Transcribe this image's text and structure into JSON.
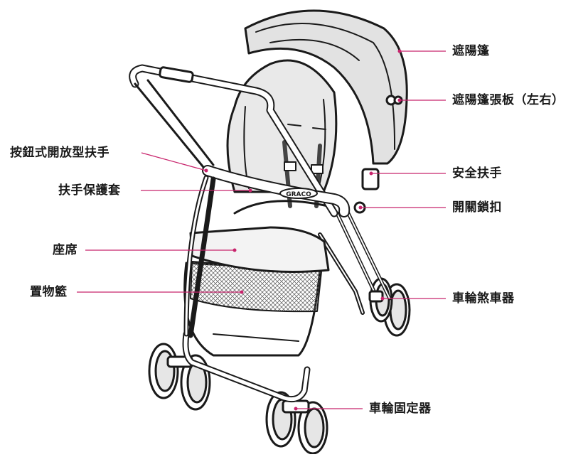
{
  "colors": {
    "leader_line": "#c8246c",
    "leader_dot": "#c8246c",
    "outline": "#1a1a1a",
    "fill": "#ffffff",
    "shade": "#c9c9c9"
  },
  "logo": {
    "text": "GRACO"
  },
  "labels": {
    "canopy": "遮陽篷",
    "canopy_visor": "遮陽篷張板（左右）",
    "safety_bar": "安全扶手",
    "fold_lock": "開關鎖扣",
    "wheel_brake": "車輪煞車器",
    "wheel_lock": "車輪固定器",
    "handle_button": "按鈕式開放型扶手",
    "armrest_cover": "扶手保護套",
    "seat": "座席",
    "basket": "置物籃"
  }
}
